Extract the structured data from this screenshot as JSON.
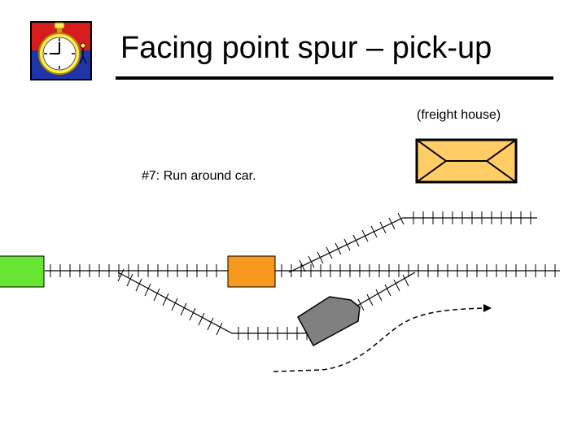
{
  "title": "Facing point spur – pick-up",
  "freight_house_label": "(freight house)",
  "step_caption": "#7:  Run around car.",
  "icons": {
    "logo": "stopwatch-icon"
  },
  "colors": {
    "locomotive": "#66e533",
    "freight_car": "#f7991f",
    "caboose": "#808080",
    "freight_house_fill": "#ffcc66",
    "logo_red": "#d61d1d",
    "logo_blue": "#1f35a8",
    "logo_watch": "#ffee55"
  }
}
